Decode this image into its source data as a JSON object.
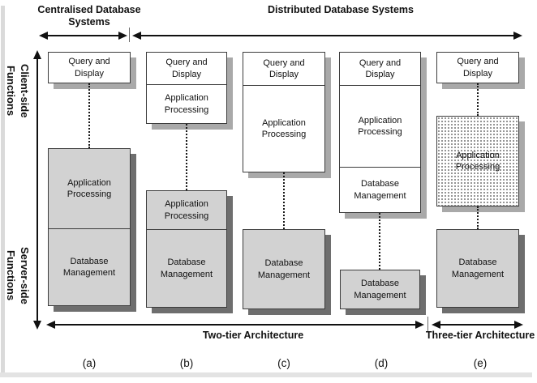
{
  "header": {
    "centralised_label": "Centralised Database Systems",
    "distributed_label": "Distributed Database Systems"
  },
  "axis_left": {
    "client_label": "Client-side Functions",
    "server_label": "Server-side Functions"
  },
  "columns": [
    {
      "id": "(a)",
      "boxes": [
        {
          "type": "white",
          "sections": [
            "Query and Display"
          ]
        },
        {
          "type": "gray",
          "sections": [
            "Application Processing",
            "Database Management"
          ]
        }
      ]
    },
    {
      "id": "(b)",
      "boxes": [
        {
          "type": "white",
          "sections": [
            "Query and Display",
            "Application Processing"
          ]
        },
        {
          "type": "gray",
          "sections": [
            "Application Processing",
            "Database Management"
          ]
        }
      ]
    },
    {
      "id": "(c)",
      "boxes": [
        {
          "type": "white",
          "sections": [
            "Query and Display",
            "Application Processing"
          ]
        },
        {
          "type": "gray",
          "sections": [
            "Database Management"
          ]
        }
      ]
    },
    {
      "id": "(d)",
      "boxes": [
        {
          "type": "white",
          "sections": [
            "Query and Display",
            "Application Processing",
            "Database Management"
          ]
        },
        {
          "type": "gray",
          "sections": [
            "Database Management"
          ]
        }
      ]
    },
    {
      "id": "(e)",
      "boxes": [
        {
          "type": "white",
          "sections": [
            "Query and Display"
          ]
        },
        {
          "type": "stippled",
          "sections": [
            "Application Processing"
          ]
        },
        {
          "type": "gray",
          "sections": [
            "Database Management"
          ]
        }
      ]
    }
  ],
  "footer": {
    "two_tier_label": "Two-tier Architecture",
    "three_tier_label": "Three-tier Architecture"
  },
  "colors": {
    "gray_box_fill": "#d2d2d2",
    "dark_shadow": "#6e6e6e",
    "light_shadow": "#a9a9a9",
    "box_border": "#3c3c3c",
    "arrow": "#111111",
    "stipple_dot": "#8c8c8c"
  }
}
